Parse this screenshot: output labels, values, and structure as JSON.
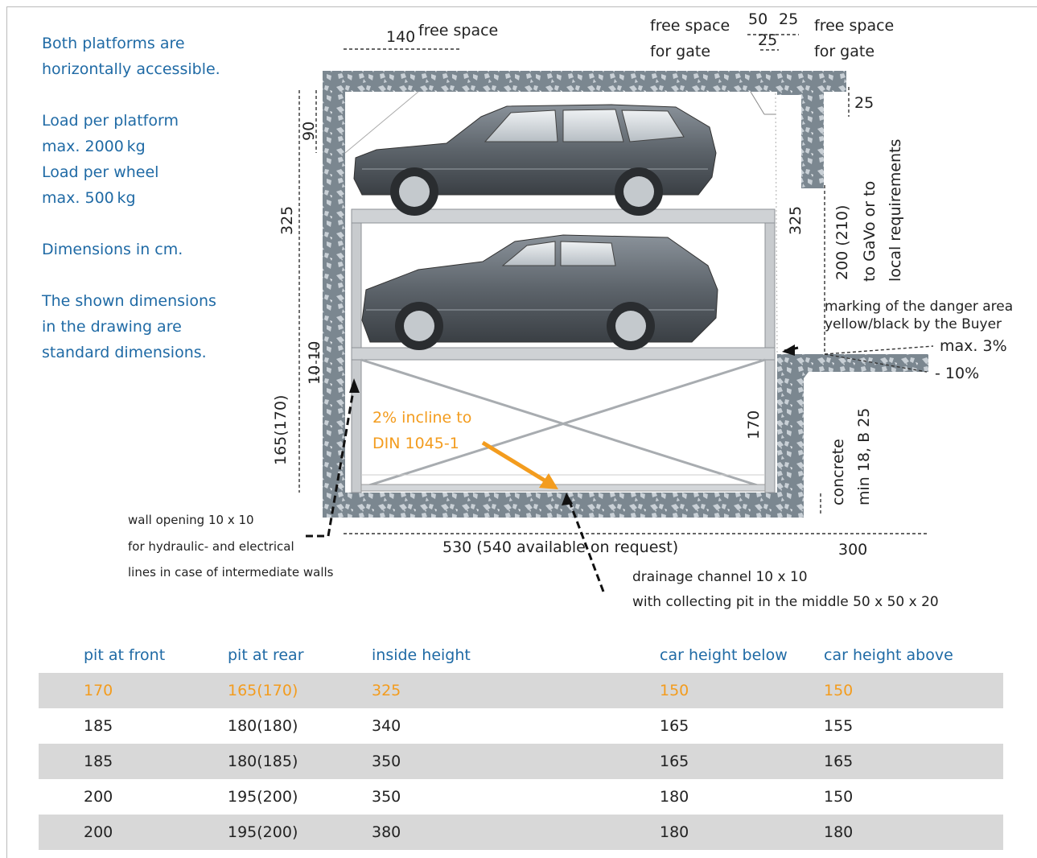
{
  "notes": [
    "Both platforms are\nhorizontally accessible.",
    "Load per platform\nmax. 2000 kg\nLoad per wheel\nmax. 500 kg",
    "Dimensions in cm.",
    "The shown dimensions\nin the drawing are\nstandard dimensions."
  ],
  "drawing": {
    "free_space_140_value": "140",
    "free_space_140_label": "free space",
    "gate_left_line1": "free space",
    "gate_left_line2": "for gate",
    "gate_right_line1": "free space",
    "gate_right_line2": "for gate",
    "dim_50": "50",
    "dim_25_top": "25",
    "dim_25_under": "25",
    "dim_25_right": "25",
    "dim_90": "90",
    "dim_325_left": "325",
    "dim_325_right": "325",
    "dim_10_10": "10 10",
    "dim_165_170": "165(170)",
    "dim_170": "170",
    "dim_200_210": "200 (210)",
    "gavo_line1": "to GaVo or to",
    "gavo_line2": "local requirements",
    "danger_line1": "marking of the danger area",
    "danger_line2": "yellow/black by the Buyer",
    "max_3": "max. 3%",
    "minus_10": "- 10%",
    "incline_line1": "2% incline to",
    "incline_line2": "DIN 1045-1",
    "concrete_line1": "concrete",
    "concrete_line2": "min 18, B 25",
    "wall_opening_line1": "wall opening 10 x 10",
    "wall_opening_line2": "for hydraulic- and electrical",
    "wall_opening_line3": "lines in case of intermediate walls",
    "dim_530": "530 (540 available on request)",
    "dim_300": "300",
    "drainage_line1": "drainage channel 10 x 10",
    "drainage_line2": "with collecting pit in the middle 50 x 50 x 20"
  },
  "table": {
    "headers": [
      "pit at front",
      "pit at rear",
      "inside height",
      "car height below",
      "car height above"
    ],
    "rows": [
      [
        "170",
        "165(170)",
        "325",
        "150",
        "150"
      ],
      [
        "185",
        "180(180)",
        "340",
        "165",
        "155"
      ],
      [
        "185",
        "180(185)",
        "350",
        "165",
        "165"
      ],
      [
        "200",
        "195(200)",
        "350",
        "180",
        "150"
      ],
      [
        "200",
        "195(200)",
        "380",
        "180",
        "180"
      ]
    ]
  },
  "colors": {
    "accent_blue": "#1f6aa5",
    "highlight_orange": "#f39c1e",
    "row_shade": "#d8d8d8",
    "concrete": "#7b8790"
  }
}
